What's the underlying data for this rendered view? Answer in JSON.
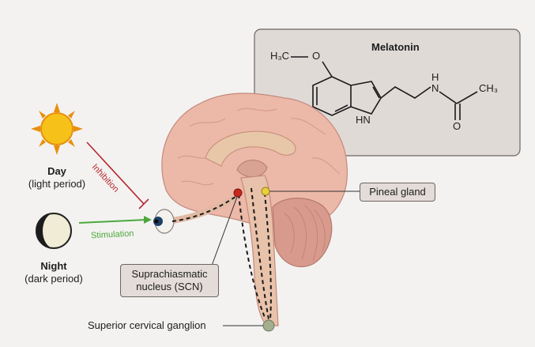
{
  "melatonin_panel": {
    "title": "Melatonin",
    "methoxy_label": "H₃C",
    "oxygen_label": "O",
    "nitrogen_h_label": "H",
    "nitrogen_label": "N",
    "ring_nh_label": "HN",
    "methyl_label": "CH₃",
    "carbonyl_oxygen_label": "O"
  },
  "day": {
    "label": "Day",
    "sublabel": "(light period)"
  },
  "night": {
    "label": "Night",
    "sublabel": "(dark period)"
  },
  "inhibition_label": "Inhibition",
  "stimulation_label": "Stimulation",
  "pineal_label": "Pineal gland",
  "scn_label_line1": "Suprachiasmatic",
  "scn_label_line2": "nucleus (SCN)",
  "ganglion_label": "Superior cervical ganglion",
  "colors": {
    "background": "#f3f2f1",
    "brain": "#ecb8a8",
    "cerebellum": "#d89a8c",
    "sun": "#f4b400",
    "inhibition": "#b5262f",
    "stimulation": "#4ca83c",
    "box_fill": "#e3dcd8"
  }
}
